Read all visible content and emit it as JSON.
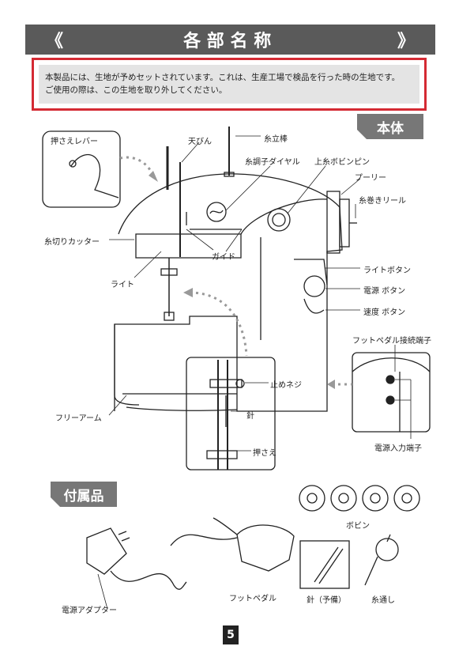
{
  "header": {
    "bracket_left": "《",
    "title": "各部名称",
    "bracket_right": "》"
  },
  "notice": {
    "line1": "本製品には、生地が予めセットされています。これは、生産工場で検品を行った時の生地です。",
    "line2": "ご使用の際は、この生地を取り外してください。"
  },
  "main_section": {
    "tab": "本体",
    "labels": {
      "presser_lever": "押さえレバー",
      "tension_arm": "天びん",
      "spool_pin": "糸立棒",
      "tension_dial": "糸調子ダイヤル",
      "upper_bobbin_pin": "上糸ボビンピン",
      "pulley": "プーリー",
      "winder_reel": "糸巻きリール",
      "thread_cutter": "糸切りカッター",
      "guide": "ガイド",
      "light": "ライト",
      "light_button": "ライトボタン",
      "power_button": "電源 ボタン",
      "speed_button": "速度 ボタン",
      "foot_pedal_jack": "フットペダル接続端子",
      "stop_screw": "止めネジ",
      "needle": "針",
      "presser_foot": "押さえ",
      "free_arm": "フリーアーム",
      "power_input_jack": "電源入力端子"
    }
  },
  "accessories": {
    "tab": "付属品",
    "labels": {
      "bobbin": "ボビン",
      "power_adapter": "電源アダプター",
      "foot_pedal": "フットペダル",
      "needle_spare": "針（予備）",
      "threader": "糸通し"
    }
  },
  "page_number": "5"
}
